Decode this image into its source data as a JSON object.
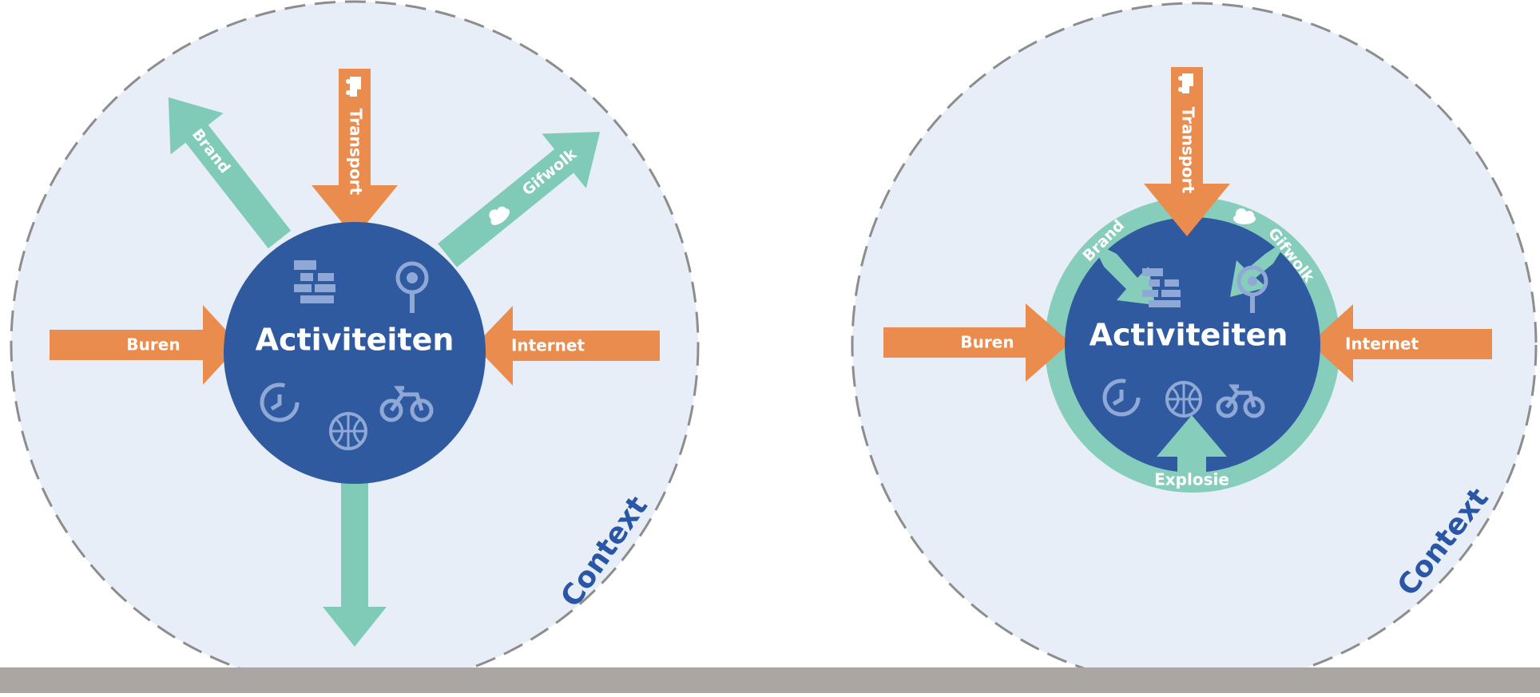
{
  "colors": {
    "context_fill": "#e8eef7",
    "context_border": "#8d8d8d",
    "activity_fill": "#2f5aa0",
    "icon_fill": "#8fa8d6",
    "orange_arrow": "#eb8c4f",
    "teal_arrow": "#7fcbb8",
    "teal_ring": "#86cdbb",
    "context_label": "#2a56a6",
    "floor": "#a9a6a4"
  },
  "left_diagram": {
    "center_label": "Activiteiten",
    "context_label": "Context",
    "arrows": {
      "transport": "Transport",
      "buren": "Buren",
      "internet": "Internet",
      "brand": "Brand",
      "gifwolk": "Gifwolk"
    },
    "icons": [
      "truck-icon",
      "cloud-icon",
      "factory-icon",
      "target-icon",
      "clock-icon",
      "basketball-icon",
      "bicycle-icon"
    ]
  },
  "right_diagram": {
    "center_label": "Activiteiten",
    "context_label": "Context",
    "arrows": {
      "transport": "Transport",
      "buren": "Buren",
      "internet": "Internet",
      "brand": "Brand",
      "gifwolk": "Gifwolk",
      "explosie": "Explosie"
    },
    "icons": [
      "truck-icon",
      "cloud-icon",
      "factory-icon",
      "target-icon",
      "clock-icon",
      "basketball-icon",
      "bicycle-icon"
    ]
  }
}
